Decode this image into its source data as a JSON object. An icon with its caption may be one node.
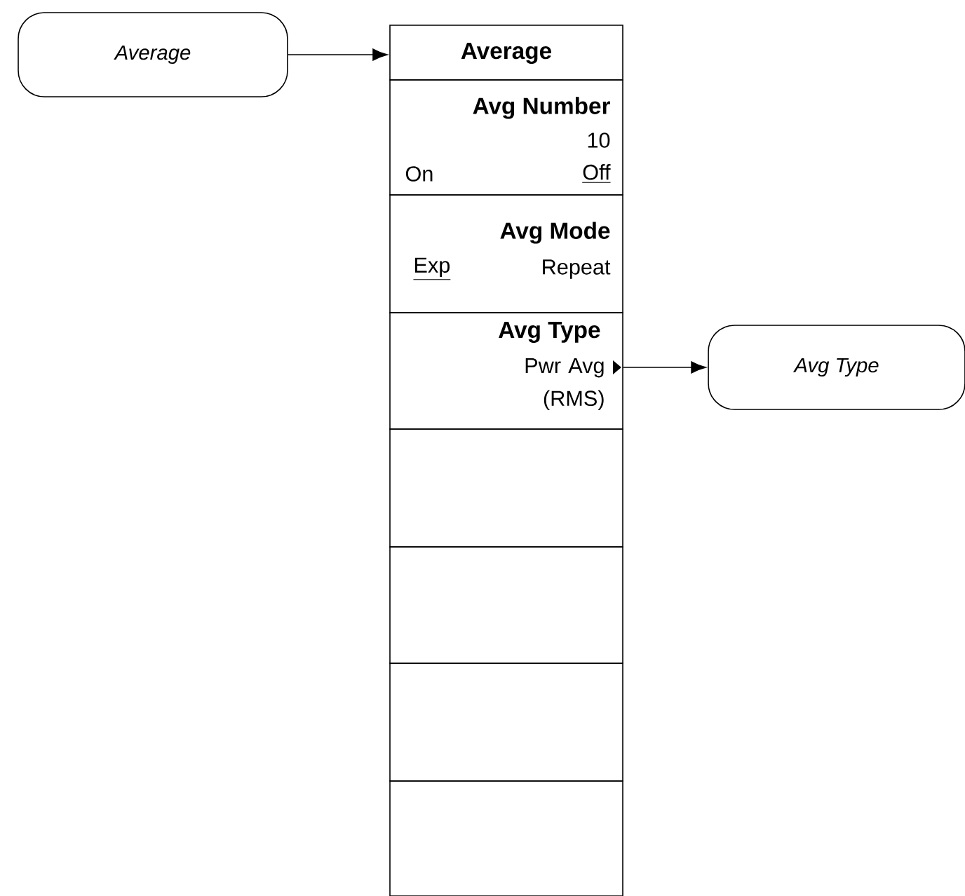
{
  "diagram": {
    "nodes": [
      {
        "text": [
          "Average"
        ]
      },
      {
        "text": [
          "Average"
        ]
      },
      {
        "text": [
          "Avg Number",
          "10",
          "On",
          "Off"
        ]
      },
      {
        "text": [
          "Avg Mode",
          "Exp",
          "Repeat"
        ]
      },
      {
        "text": [
          "Avg Type",
          "Pwr Avg (RMS)"
        ]
      },
      {
        "text": [],
        "shape": "box"
      },
      {
        "text": [],
        "shape": "box"
      },
      {
        "text": [],
        "shape": "box"
      },
      {
        "text": [],
        "shape": "box"
      },
      {
        "text": [
          "Avg Type"
        ]
      }
    ],
    "edges": [
      {
        "from": 0,
        "to": 1,
        "arrow": "to"
      },
      {
        "from": 4,
        "to": 9,
        "arrow": "to"
      }
    ]
  }
}
